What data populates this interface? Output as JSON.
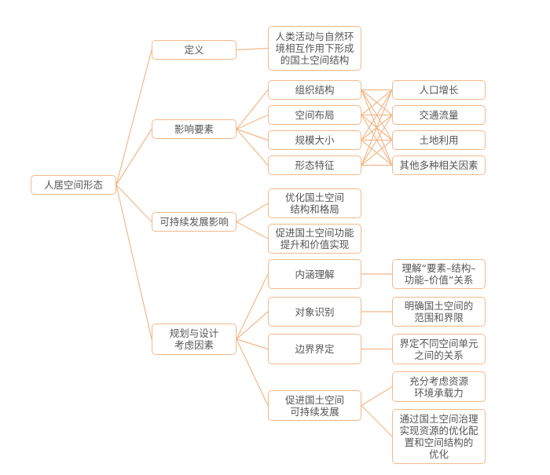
{
  "colors": {
    "line": "#f2b98a",
    "text": "#555555"
  },
  "root": {
    "id": "root",
    "label": "人居空间形态"
  },
  "nodes": [
    {
      "id": "def",
      "label": "定义",
      "parent": "root"
    },
    {
      "id": "inf",
      "label": "影响要素",
      "parent": "root"
    },
    {
      "id": "sus",
      "label": "可持续发展影响",
      "parent": "root"
    },
    {
      "id": "plan",
      "label": "规划与设计\n考虑因素",
      "parent": "root"
    },
    {
      "id": "def1",
      "label": "人类活动与自然环\n境相互作用下形成\n的国土空间结构",
      "parent": "def"
    },
    {
      "id": "inf1",
      "label": "组织结构",
      "parent": "inf"
    },
    {
      "id": "inf2",
      "label": "空间布局",
      "parent": "inf"
    },
    {
      "id": "inf3",
      "label": "规模大小",
      "parent": "inf"
    },
    {
      "id": "inf4",
      "label": "形态特征",
      "parent": "inf"
    },
    {
      "id": "f1",
      "label": "人口增长"
    },
    {
      "id": "f2",
      "label": "交通流量"
    },
    {
      "id": "f3",
      "label": "土地利用"
    },
    {
      "id": "f4",
      "label": "其他多种相关因素"
    },
    {
      "id": "sus1",
      "label": "优化国土空间\n结构和格局",
      "parent": "sus"
    },
    {
      "id": "sus2",
      "label": "促进国土空间功能\n提升和价值实现",
      "parent": "sus"
    },
    {
      "id": "p1",
      "label": "内涵理解",
      "parent": "plan"
    },
    {
      "id": "p2",
      "label": "对象识别",
      "parent": "plan"
    },
    {
      "id": "p3",
      "label": "边界界定",
      "parent": "plan"
    },
    {
      "id": "p4",
      "label": "促进国土空间\n可持续发展",
      "parent": "plan"
    },
    {
      "id": "p1a",
      "label": "理解“要素–结构–\n功能–价值”关系",
      "parent": "p1"
    },
    {
      "id": "p2a",
      "label": "明确国土空间的\n范围和界限",
      "parent": "p2"
    },
    {
      "id": "p3a",
      "label": "界定不同空间单元\n之间的关系",
      "parent": "p3"
    },
    {
      "id": "p4a",
      "label": "充分考虑资源\n环境承载力",
      "parent": "p4"
    },
    {
      "id": "p4b",
      "label": "通过国土空间治理\n实现资源的优化配\n置和空间结构的\n优化",
      "parent": "p4"
    }
  ],
  "cross_links": {
    "from": [
      "inf1",
      "inf2",
      "inf3",
      "inf4"
    ],
    "to": [
      "f1",
      "f2",
      "f3",
      "f4"
    ]
  }
}
